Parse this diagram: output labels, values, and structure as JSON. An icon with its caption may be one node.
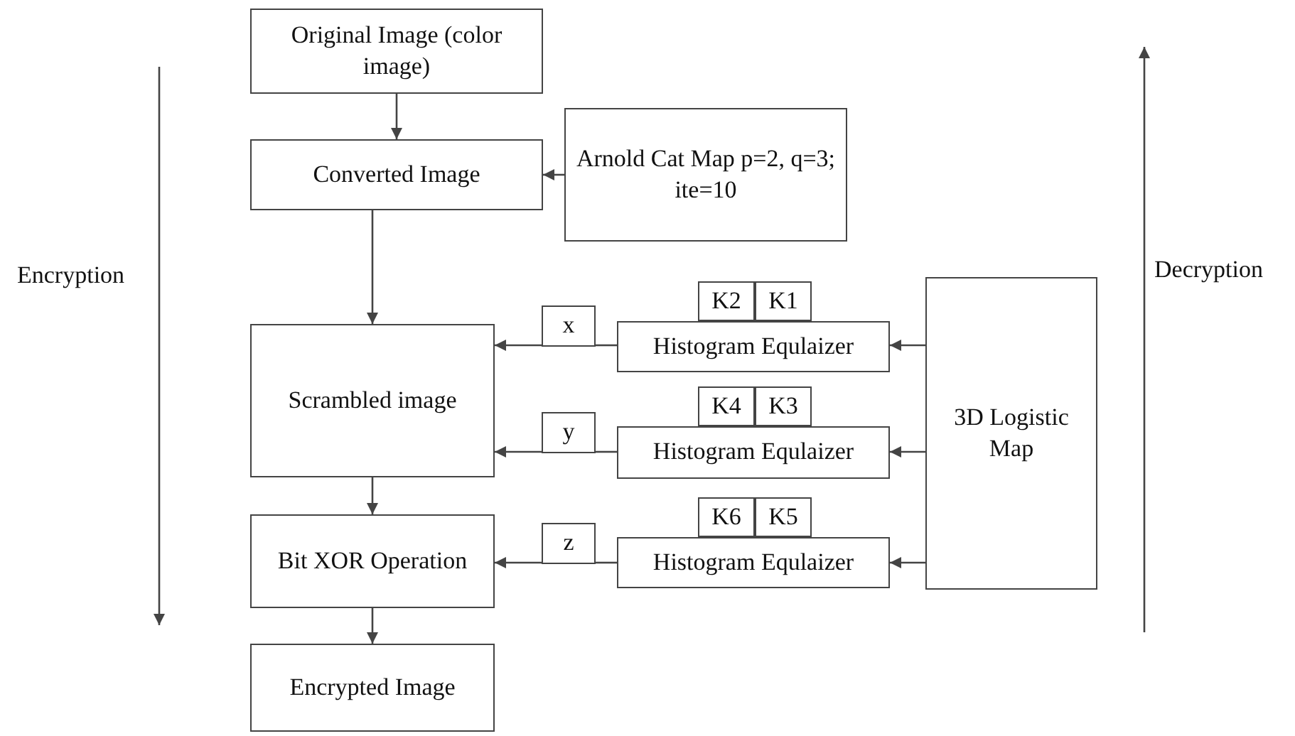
{
  "diagram": {
    "nodes": [
      {
        "text": [
          "Original Image (color image)"
        ]
      },
      {
        "text": [
          "Converted Image"
        ]
      },
      {
        "text": [
          "Arnold Cat Map p=2, q=3; ite=10"
        ]
      },
      {
        "text": [
          "Scrambled image"
        ]
      },
      {
        "text": [
          "Bit XOR Operation"
        ]
      },
      {
        "text": [
          "Encrypted Image"
        ]
      },
      {
        "text": [
          "3D Logistic Map"
        ]
      },
      {
        "text": [
          "Histogram Equlaizer"
        ]
      },
      {
        "text": [
          "K2"
        ]
      },
      {
        "text": [
          "K1"
        ]
      },
      {
        "text": [
          "Histogram Equlaizer"
        ]
      },
      {
        "text": [
          "K4"
        ]
      },
      {
        "text": [
          "K3"
        ]
      },
      {
        "text": [
          "Histogram Equlaizer"
        ]
      },
      {
        "text": [
          "K6"
        ]
      },
      {
        "text": [
          "K5"
        ]
      },
      {
        "text": [
          "x"
        ]
      },
      {
        "text": [
          "y"
        ]
      },
      {
        "text": [
          "z"
        ]
      }
    ],
    "edges": [
      {
        "from": 0,
        "to": 1,
        "arrow": "to"
      },
      {
        "from": 2,
        "to": 1,
        "arrow": "to"
      },
      {
        "from": 1,
        "to": 3,
        "arrow": "to"
      },
      {
        "from": 3,
        "to": 4,
        "arrow": "to"
      },
      {
        "from": 4,
        "to": 5,
        "arrow": "to"
      },
      {
        "from": 6,
        "to": 7,
        "arrow": "to"
      },
      {
        "from": 6,
        "to": 10,
        "arrow": "to"
      },
      {
        "from": 6,
        "to": 13,
        "arrow": "to"
      },
      {
        "from": 7,
        "to": 16,
        "arrow": "none"
      },
      {
        "from": 16,
        "to": 3,
        "arrow": "to"
      },
      {
        "from": 10,
        "to": 17,
        "arrow": "none"
      },
      {
        "from": 17,
        "to": 3,
        "arrow": "to"
      },
      {
        "from": 13,
        "to": 18,
        "arrow": "none"
      },
      {
        "from": 18,
        "to": 4,
        "arrow": "to"
      }
    ],
    "labels": [
      "Encryption",
      "Decryption"
    ]
  }
}
